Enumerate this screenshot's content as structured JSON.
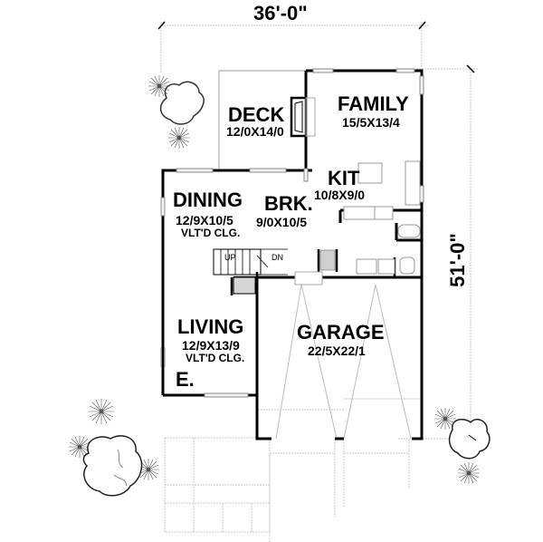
{
  "dimensions": {
    "width": "36'-0\"",
    "depth": "51'-0\""
  },
  "rooms": [
    {
      "name": "DECK",
      "size": "12/0X14/0"
    },
    {
      "name": "FAMILY",
      "size": "15/5X13/4"
    },
    {
      "name": "KIT",
      "size": "10/8X9/0"
    },
    {
      "name": "DINING",
      "size": "12/9X10/5",
      "note": "VLT'D CLG."
    },
    {
      "name": "BRK.",
      "size": "9/0X10/5"
    },
    {
      "name": "LIVING",
      "size": "12/9X13/9",
      "note": "VLT'D CLG."
    },
    {
      "name": "GARAGE",
      "size": "22/5X22/1"
    }
  ],
  "entry": {
    "label": "E."
  },
  "stairs": {
    "up": "UP",
    "down": "DN"
  },
  "colors": {
    "wall": "#000000",
    "outline": "#bdbdbd",
    "fixture": "#9a9a9a",
    "background": "#ffffff"
  }
}
